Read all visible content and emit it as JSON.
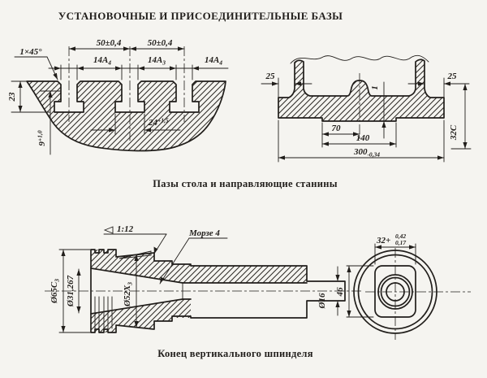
{
  "page": {
    "title": "УСТАНОВОЧНЫЕ И ПРИСОЕДИНИТЕЛЬНЫЕ БАЗЫ",
    "paper_color": "#f5f4f0",
    "ink_color": "#211e1b"
  },
  "fig_slots": {
    "caption": "Пазы стола и направляющие станины",
    "dim_pitch_left": "50±0,4",
    "dim_pitch_right": "50±0,4",
    "dim_slot1": {
      "base": "14A",
      "sub": "4"
    },
    "dim_slot2": {
      "base": "14A",
      "sub": "3"
    },
    "dim_slot3": {
      "base": "14A",
      "sub": "4"
    },
    "dim_chamfer": "1×45°",
    "dim_depth": "23",
    "dim_lip_depth": {
      "base": "9",
      "sup": "+1,0"
    },
    "dim_bottom_width": {
      "base": "24",
      "sup": "+1,5"
    }
  },
  "fig_bed": {
    "dim_overhang_left": "25",
    "dim_overhang_right": "25",
    "dim_step": "1",
    "dim_land_half": "70",
    "dim_land": "140",
    "dim_width": {
      "base": "300",
      "sub": "-0,34"
    },
    "dim_height": "32C"
  },
  "fig_spindle": {
    "caption": "Конец вертикального шпинделя",
    "label_taper": "1:12",
    "label_morse": "Морзе 4",
    "dim_flange": {
      "base": "Ø65C",
      "sub": "3"
    },
    "dim_morse_dia": "Ø31,267",
    "dim_taper_dia": {
      "base": "Ø52X",
      "sub": "3"
    },
    "dim_tip_dia": "Ø16"
  },
  "fig_end": {
    "dim_height": "46",
    "dim_width": {
      "base": "32",
      "plus": "+",
      "tol_upper": "0,42",
      "tol_lower": "0,17"
    }
  }
}
